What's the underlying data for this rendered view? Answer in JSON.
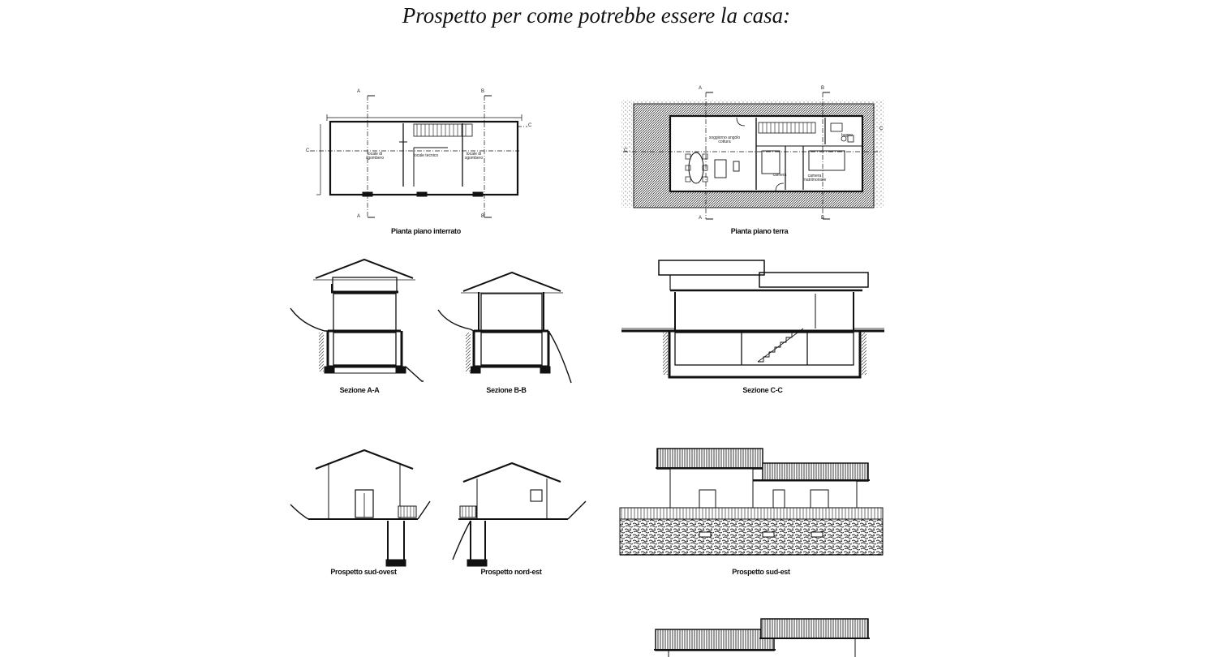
{
  "heading": "Prospetto per come potrebbe essere la casa:",
  "drawings": {
    "plan_basement": {
      "caption": "Pianta piano interrato",
      "rooms": [
        "locale di sgombero",
        "locale tecnico",
        "locale di sgombero"
      ]
    },
    "plan_ground": {
      "caption": "Pianta piano terra",
      "rooms": [
        "soggiorno angolo cottura",
        "camera",
        "camera matrimoniale",
        "bagno"
      ]
    },
    "section_aa": {
      "caption": "Sezione A-A"
    },
    "section_bb": {
      "caption": "Sezione B-B"
    },
    "section_cc": {
      "caption": "Sezione C-C"
    },
    "elev_sw": {
      "caption": "Prospetto sud-ovest"
    },
    "elev_ne": {
      "caption": "Prospetto nord-est"
    },
    "elev_se": {
      "caption": "Prospetto sud-est"
    }
  },
  "section_marks": {
    "a": "A",
    "b": "B",
    "c": "C"
  }
}
